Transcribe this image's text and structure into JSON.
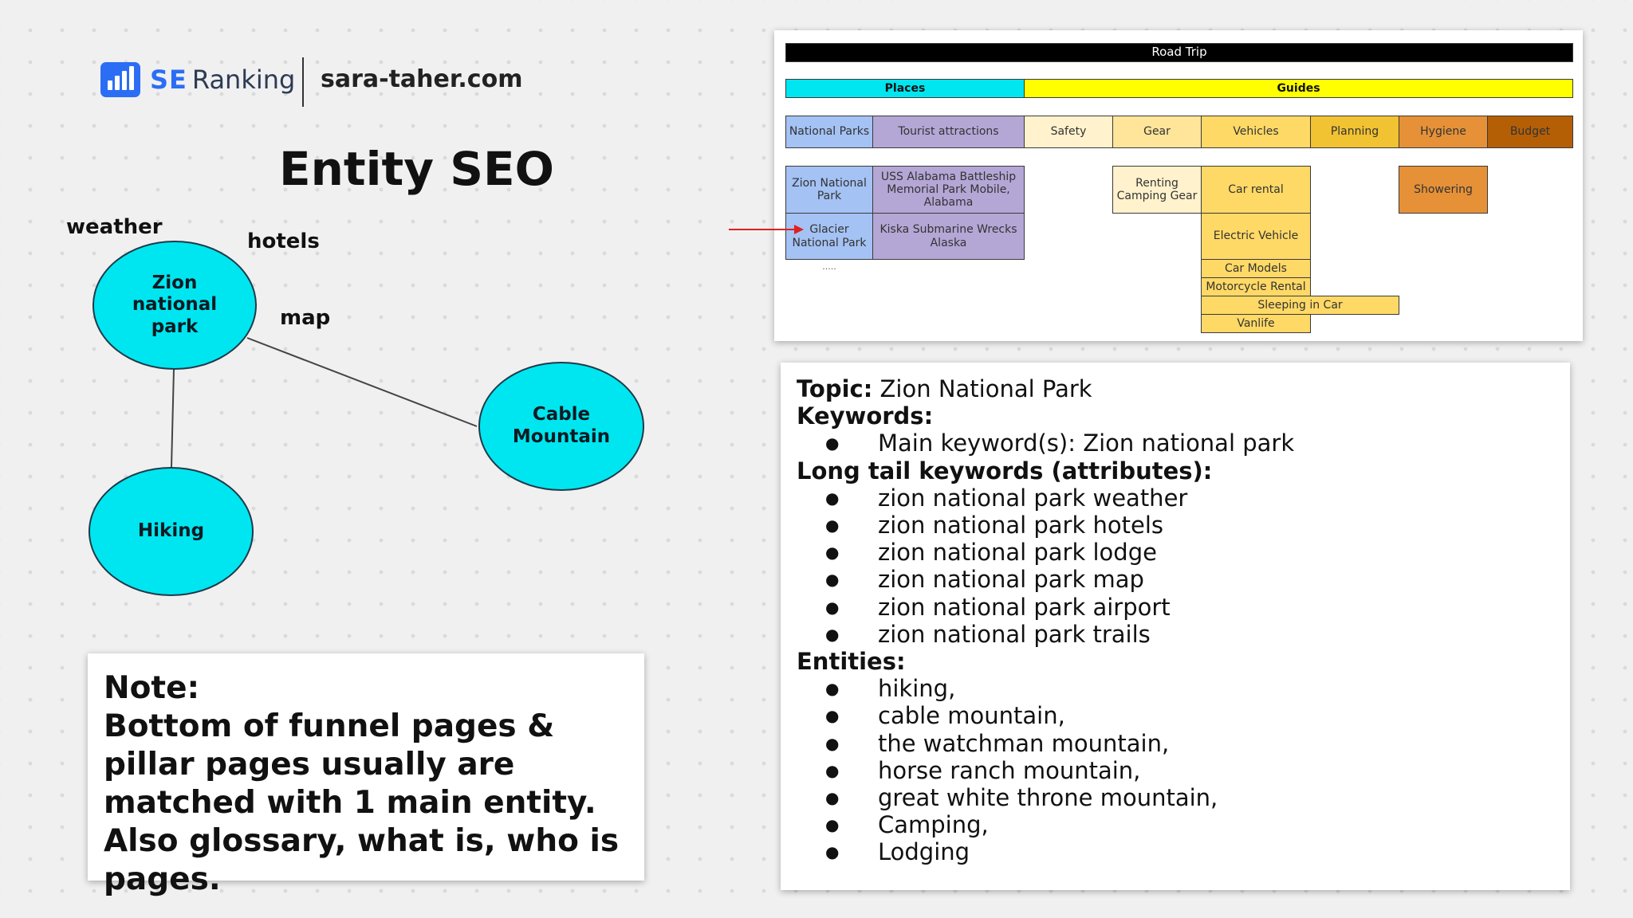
{
  "header": {
    "brand_se": "SE",
    "brand_ranking": "Ranking",
    "site": "sara-taher.com",
    "title": "Entity SEO"
  },
  "diagram": {
    "nodes": {
      "zion": "Zion national park",
      "cable": "Cable Mountain",
      "hiking": "Hiking"
    },
    "attributes": {
      "weather": "weather",
      "hotels": "hotels",
      "map": "map"
    },
    "colors": {
      "node": "#00e6f0"
    }
  },
  "note": {
    "heading": "Note:",
    "body": "Bottom of funnel pages & pillar pages usually are matched with 1 main entity. Also glossary, what is, who is pages."
  },
  "road_trip": {
    "title": "Road Trip",
    "places": "Places",
    "guides": "Guides",
    "categories": {
      "national_parks": "National Parks",
      "tourist_attractions": "Tourist attractions",
      "safety": "Safety",
      "gear": "Gear",
      "vehicles": "Vehicles",
      "planning": "Planning",
      "hygiene": "Hygiene",
      "budget": "Budget"
    },
    "items": {
      "zion": "Zion National Park",
      "glacier": "Glacier National Park",
      "ellipsis": ".....",
      "uss": "USS Alabama Battleship Memorial Park Mobile, Alabama",
      "kiska": "Kiska Submarine Wrecks Alaska",
      "renting": "Renting Camping Gear",
      "car_rental": "Car rental",
      "electric": "Electric Vehicle",
      "car_models": "Car Models",
      "motorcycle": "Motorcycle Rental",
      "sleeping": "Sleeping in Car",
      "vanlife": "Vanlife",
      "showering": "Showering"
    },
    "colors": {
      "title_bar": "#000000",
      "places": "#00e6f0",
      "guides": "#ffff00",
      "parks": "#a4c2f4",
      "attractions": "#b4a7d6",
      "safety": "#fff2cc",
      "gear": "#ffe599",
      "vehicles": "#ffd966",
      "planning": "#f1c232",
      "hygiene": "#e69138",
      "budget": "#b45f06",
      "arrow": "#e02020"
    }
  },
  "topic": {
    "topic_label": "Topic:",
    "topic_value": " Zion National Park",
    "keywords_label": "Keywords:",
    "main_keyword": "Main keyword(s): Zion national park",
    "longtail_label": "Long tail keywords (attributes):",
    "longtail": [
      "zion national park weather",
      "zion national park hotels",
      "zion national park lodge",
      "zion national park map",
      "zion national park airport",
      "zion national park trails"
    ],
    "entities_label": "Entities:",
    "entities": [
      "hiking,",
      "cable mountain,",
      "the watchman mountain,",
      "horse ranch mountain,",
      "great white throne mountain,",
      "Camping,",
      "Lodging"
    ]
  }
}
